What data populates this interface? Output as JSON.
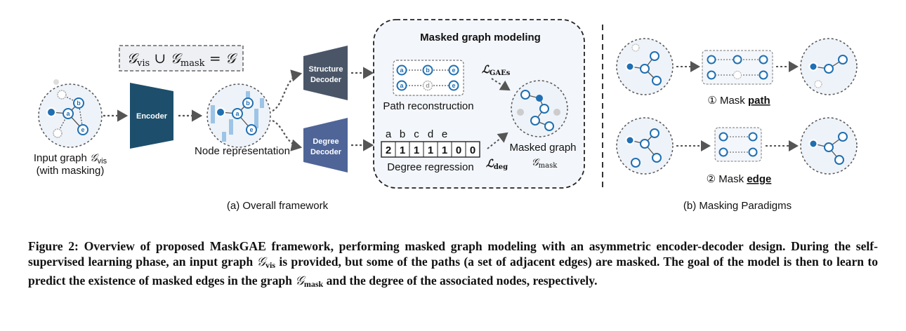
{
  "diagram": {
    "union_formula": {
      "g1": "𝒢",
      "s1": "vis",
      "op": " ∪ ",
      "g2": "𝒢",
      "s2": "mask",
      "eq": " = 𝒢"
    },
    "input_graph": {
      "line1": "Input graph ",
      "g": "𝒢",
      "sub": "vis",
      "line2": "(with masking)"
    },
    "encoder_label": "Encoder",
    "node_representation_label": "Node representation",
    "structure_decoder_label": [
      "Structure",
      "Decoder"
    ],
    "degree_decoder_label": [
      "Degree",
      "Decoder"
    ],
    "masked_modeling_title": "Masked graph modeling",
    "path_reconstruction_label": "Path reconstruction",
    "loss_gaes": {
      "L": "ℒ",
      "sub": "GAEs"
    },
    "loss_deg": {
      "L": "ℒ",
      "sub": "deg"
    },
    "degree_letters": [
      "a",
      "b",
      "c",
      "d",
      "e"
    ],
    "degree_values": [
      "2",
      "1",
      "1",
      "1",
      "1",
      "0",
      "0"
    ],
    "degree_regression_label": "Degree regression",
    "masked_graph_label": "Masked graph",
    "masked_graph_symbol": {
      "g": "𝒢",
      "sub": "mask"
    },
    "overall_caption": "(a) Overall framework",
    "mask_path": {
      "num": "①",
      "text": " Mask ",
      "bold": "path"
    },
    "mask_edge": {
      "num": "②",
      "text": " Mask ",
      "bold": "edge"
    },
    "masking_caption": "(b) Masking Paradigms",
    "path_nodes": [
      "a",
      "b",
      "e",
      "a",
      "d",
      "e"
    ],
    "node_letters": [
      "a",
      "b",
      "c",
      "d",
      "e"
    ],
    "colors": {
      "accent_blue": "#1f6fb2",
      "encoder": "#1d4f6c",
      "structure_decoder": "#4a5668",
      "degree_decoder": "#4f6598",
      "panel_bg": "#eef3f9"
    }
  },
  "caption": {
    "lead": "Figure 2: Overview of proposed MaskGAE framework, performing masked graph modeling with an asymmetric encoder-decoder design. During the self-supervised learning phase, an input graph ",
    "g_vis": "𝒢",
    "g_vis_sub": "vis",
    "middle": " is provided, but some of the paths (a set of adjacent edges) are masked. The goal of the model is then to learn to predict the existence of masked edges in the graph ",
    "g_mask": "𝒢",
    "g_mask_sub": "mask",
    "tail": " and the degree of the associated nodes, respectively."
  }
}
